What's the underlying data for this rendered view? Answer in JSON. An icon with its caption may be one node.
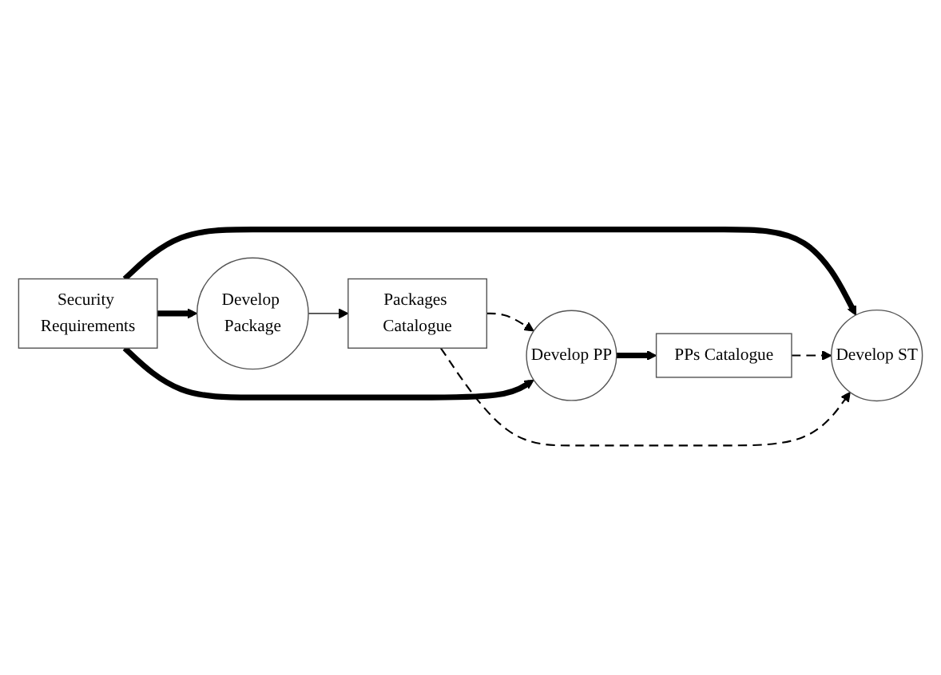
{
  "diagram": {
    "nodes": [
      {
        "text": [
          "Security Requirements"
        ]
      },
      {
        "text": [
          "Develop Package"
        ]
      },
      {
        "text": [
          "Packages Catalogue"
        ]
      },
      {
        "text": [
          "Develop PP"
        ]
      },
      {
        "text": [
          "PPs Catalogue"
        ]
      },
      {
        "text": [
          "Develop ST"
        ]
      }
    ],
    "edges": [
      {
        "from": 0,
        "to": 1,
        "arrow": "to",
        "style": "thick"
      },
      {
        "from": 1,
        "to": 2,
        "arrow": "to"
      },
      {
        "from": 2,
        "to": 3,
        "arrow": "to",
        "style": "dashed"
      },
      {
        "from": 0,
        "to": 3,
        "arrow": "to",
        "style": "thick"
      },
      {
        "from": 3,
        "to": 4,
        "arrow": "to",
        "style": "thick"
      },
      {
        "from": 0,
        "to": 5,
        "arrow": "to",
        "style": "thick"
      },
      {
        "from": 4,
        "to": 5,
        "arrow": "to",
        "style": "dashed"
      },
      {
        "from": 2,
        "to": 5,
        "arrow": "to",
        "style": "dashed"
      }
    ]
  }
}
